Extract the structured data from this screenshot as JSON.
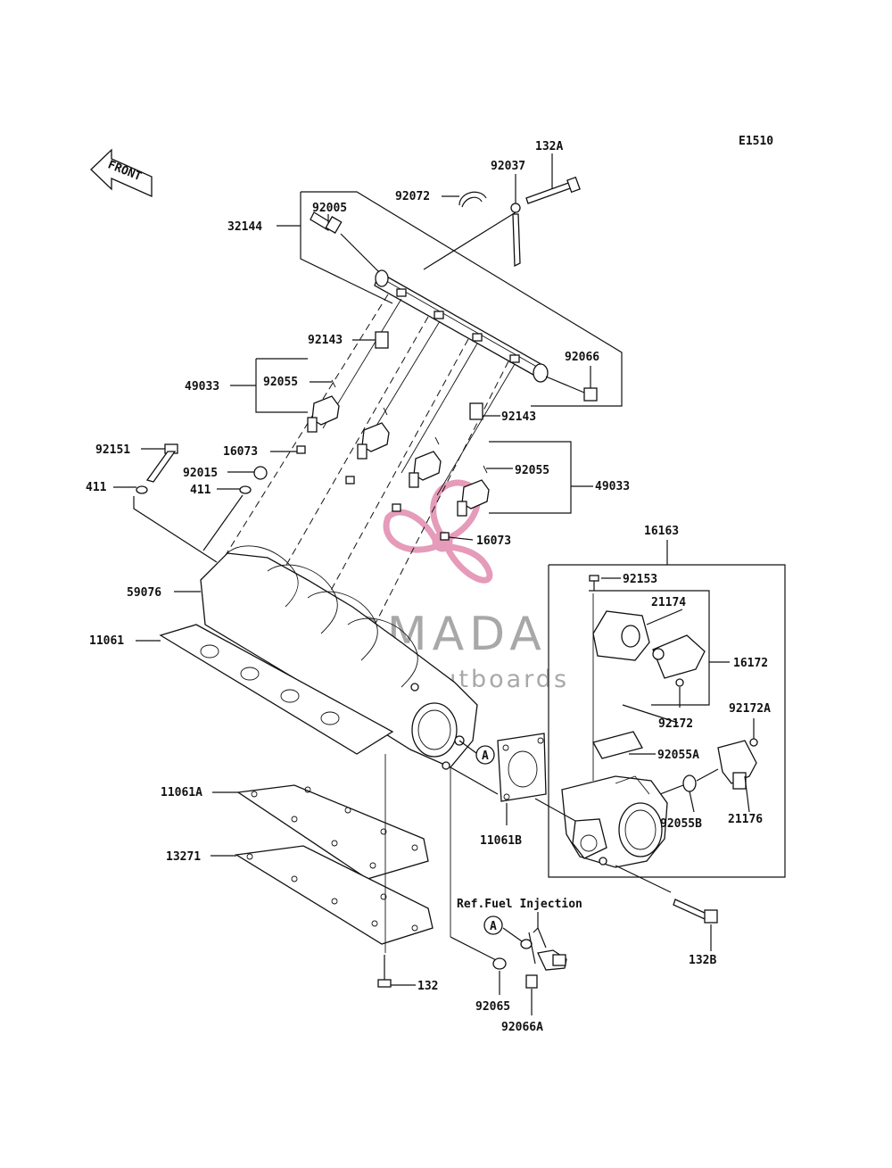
{
  "diagram_code": "E1510",
  "front_arrow": "FRONT",
  "ref_note": "Ref.Fuel Injection",
  "ref_marker": "A",
  "watermark": {
    "title": "ARMADA",
    "subtitle": "marine outboards",
    "logo_color": "#e59bb9",
    "text_color": "#8c8c8c"
  },
  "labels": {
    "p132A": "132A",
    "p92037": "92037",
    "p92072": "92072",
    "p92005": "92005",
    "p32144": "32144",
    "p92143a": "92143",
    "p49033a": "49033",
    "p92055a": "92055",
    "p92066": "92066",
    "p92143b": "92143",
    "p92151": "92151",
    "p16073a": "16073",
    "p92015": "92015",
    "p411a": "411",
    "p411b": "411",
    "p92055b": "92055",
    "p49033b": "49033",
    "p16163": "16163",
    "p16073b": "16073",
    "p92153": "92153",
    "p59076": "59076",
    "p21174": "21174",
    "p16172": "16172",
    "p11061": "11061",
    "p92172": "92172",
    "p92172A": "92172A",
    "p92055A": "92055A",
    "p11061A": "11061A",
    "p11061B": "11061B",
    "p92055B": "92055B",
    "p21176": "21176",
    "p13271": "13271",
    "p132B": "132B",
    "p132": "132",
    "p92065": "92065",
    "p92066A": "92066A"
  }
}
